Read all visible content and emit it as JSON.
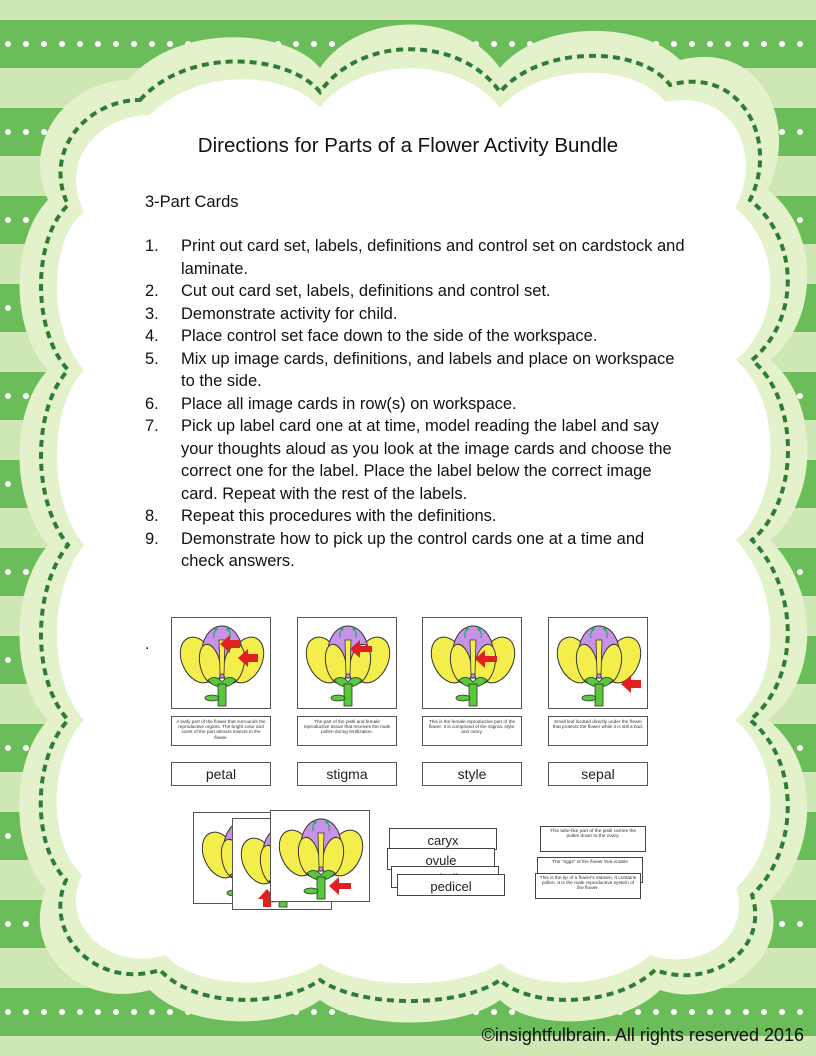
{
  "title": "Directions for Parts of a Flower Activity Bundle",
  "subheading": "3-Part Cards",
  "steps": [
    {
      "num": "1.",
      "text": "Print out card set, labels, definitions and control set on cardstock and laminate."
    },
    {
      "num": "2.",
      "text": "Cut out card set, labels, definitions and control set."
    },
    {
      "num": "3.",
      "text": "Demonstrate activity for child."
    },
    {
      "num": "4.",
      "text": "Place control set face down to the side of the workspace."
    },
    {
      "num": "5.",
      "text": "Mix up image cards, definitions, and labels and place on workspace to the side."
    },
    {
      "num": "6.",
      "text": "Place all image cards in row(s) on workspace."
    },
    {
      "num": "7.",
      "text": "Pick up label card one at at time, model reading the label and say your thoughts aloud as you look at the image cards and choose the correct one for the label.  Place the label below the correct image card. Repeat with the rest of the labels."
    },
    {
      "num": "8.",
      "text": "Repeat this procedures with the definitions."
    },
    {
      "num": "9.",
      "text": "Demonstrate how to pick up the control cards one at a time and check answers."
    }
  ],
  "stray_dot": ".",
  "cards": [
    {
      "label": "petal",
      "definition": "A leafy part of the flower that surrounds the reproductive organs. The bright color and scent of the part attracts insects to the flower."
    },
    {
      "label": "stigma",
      "definition": "The part of the pistil and female reproductive tissue that receives the male pollen during fertilization."
    },
    {
      "label": "style",
      "definition": "This is the female reproductive part of the flower. It is comprised of the stigma, style, and ovary."
    },
    {
      "label": "sepal",
      "definition": "Small leaf located directly under the flower that protects the flower while it is still a bud."
    }
  ],
  "stacked_labels": [
    "caryx",
    "ovule",
    "pistil",
    "pedicel"
  ],
  "stacked_definitions": [
    "This tube-like part of the pistil carries the pollen down to the ovary.",
    "The \"eggs\" of the flower that enable",
    "This is the tip of a flower's stamen. It contains pollen. It is the male reproductive system of the flower."
  ],
  "footer": "©insightfulbrain. All rights reserved 2016",
  "colors": {
    "stripe_dark": "#6bbd5a",
    "stripe_light": "#cfe6b5",
    "frame_inner": "#e4f2cc",
    "frame_dash": "#2e7d32",
    "petal_yellow": "#f4ee4c",
    "petal_purple": "#c792e8",
    "stem_green": "#57c93a",
    "arrow_red": "#e02020"
  }
}
